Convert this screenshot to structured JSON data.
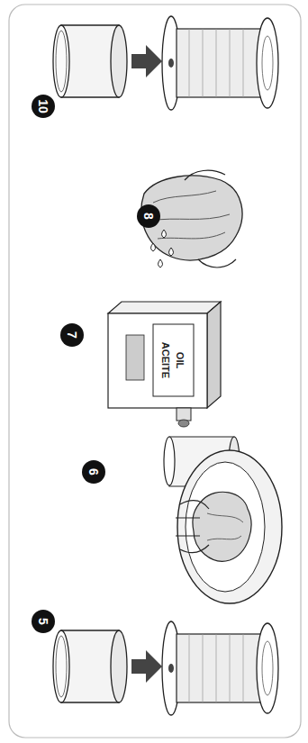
{
  "diagram": {
    "nodes": [
      {
        "text": [
          "5"
        ]
      },
      {
        "text": [
          "6"
        ]
      },
      {
        "text": [
          "7"
        ]
      },
      {
        "text": [
          "8"
        ]
      },
      {
        "text": [
          "10"
        ]
      }
    ],
    "labels": [
      "OIL",
      "ACEITE"
    ]
  }
}
